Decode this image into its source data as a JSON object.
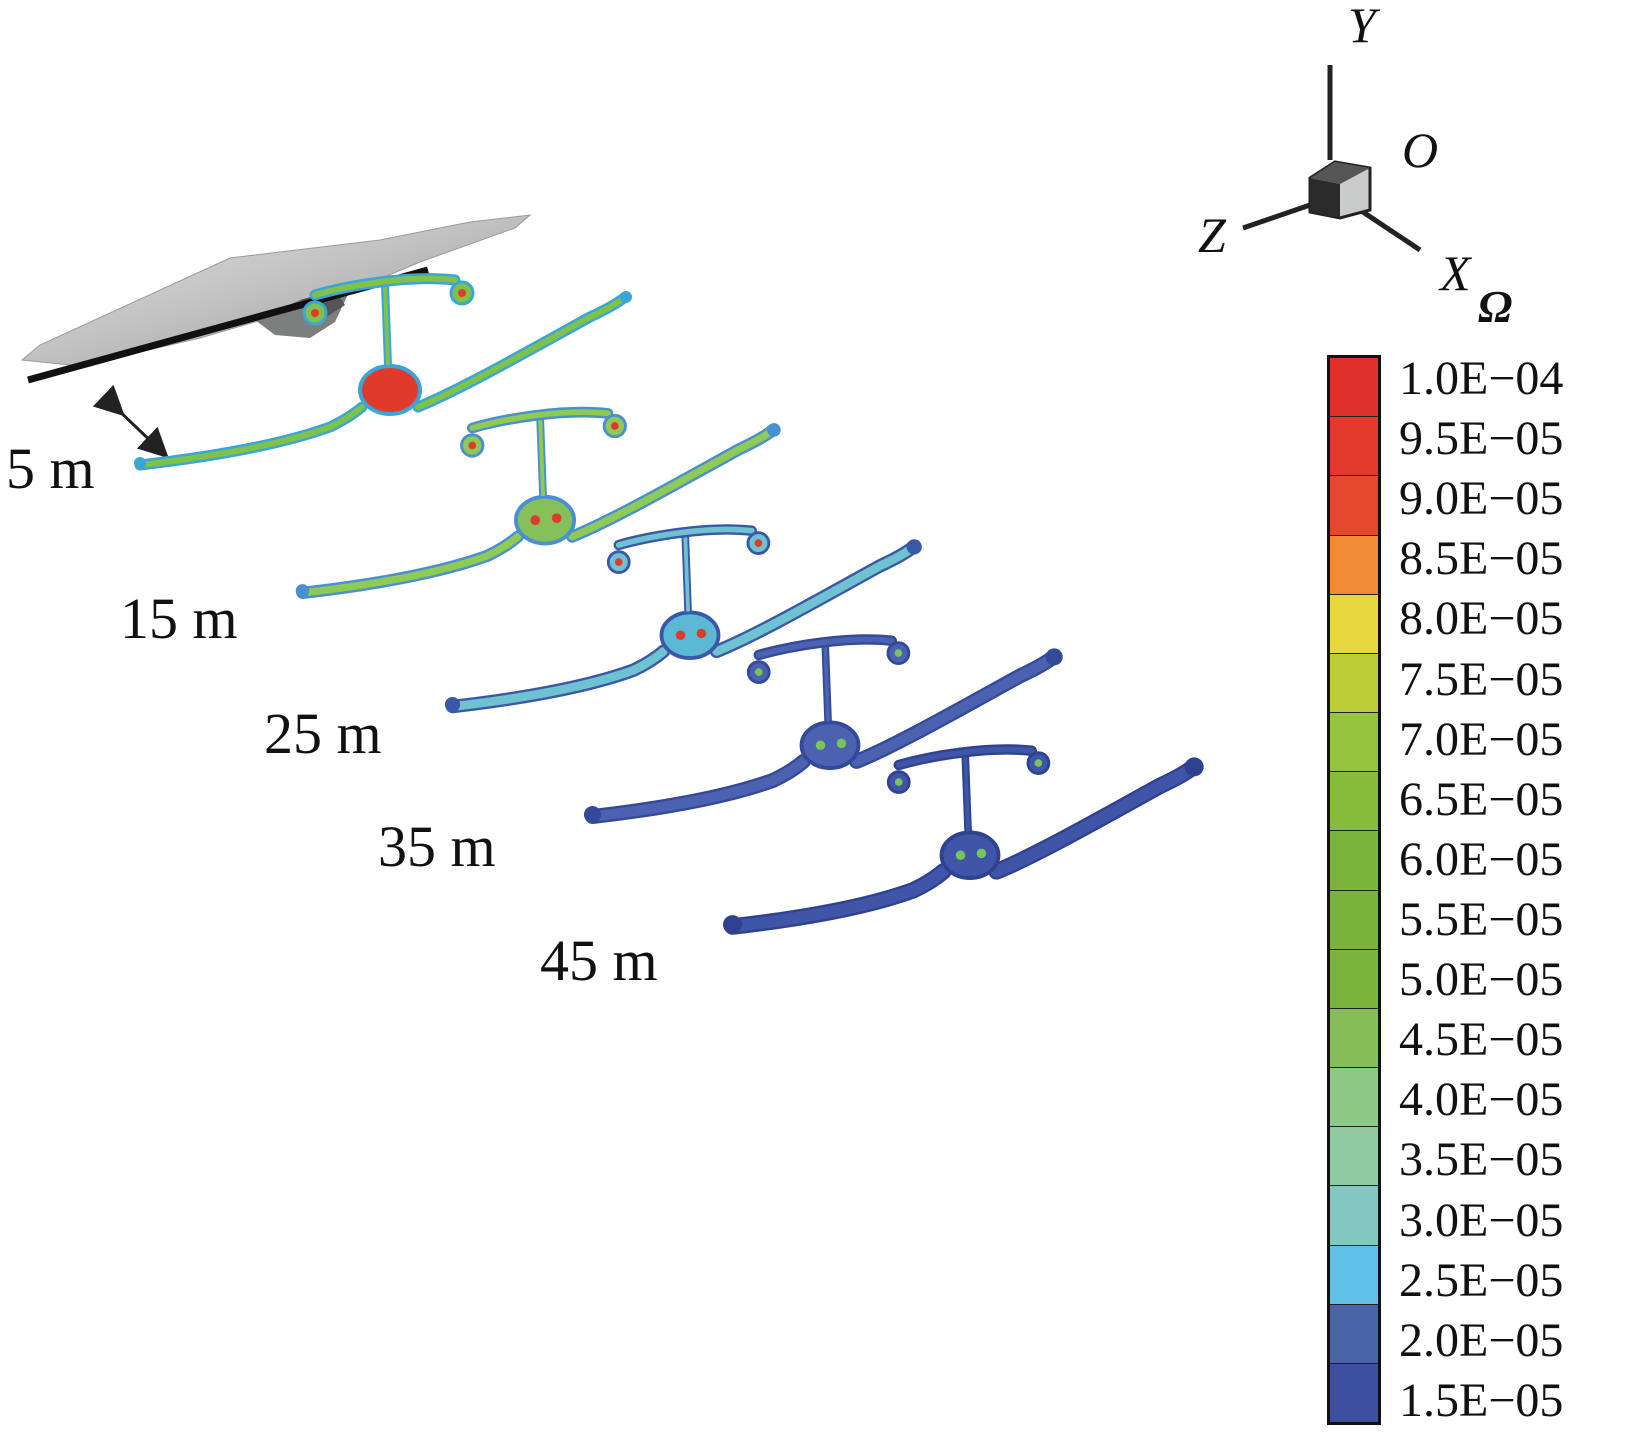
{
  "distances": [
    "5 m",
    "15 m",
    "25 m",
    "35 m",
    "45 m"
  ],
  "axes": {
    "y": "Y",
    "origin": "O",
    "z": "Z",
    "x": "X"
  },
  "legend": {
    "symbol": "Ω",
    "levels": [
      "1.0E−04",
      "9.5E−05",
      "9.0E−05",
      "8.5E−05",
      "8.0E−05",
      "7.5E−05",
      "7.0E−05",
      "6.5E−05",
      "6.0E−05",
      "5.5E−05",
      "5.0E−05",
      "4.5E−05",
      "4.0E−05",
      "3.5E−05",
      "3.0E−05",
      "2.5E−05",
      "2.0E−05",
      "1.5E−05"
    ],
    "colors": [
      "#e0302a",
      "#e23a2c",
      "#e5492d",
      "#ef8a35",
      "#e8d63e",
      "#bccd3a",
      "#95c43f",
      "#88bd3c",
      "#7ab43a",
      "#79b23a",
      "#7bb43c",
      "#86bd55",
      "#8ec886",
      "#90caa0",
      "#83c7c2",
      "#5fc1e8",
      "#4a64a8",
      "#3d4f9e"
    ]
  },
  "slices": [
    {
      "label": "5 m",
      "colors": {
        "main": "#7fc24a",
        "edge": "#3aa5d6",
        "accent": "#e03a2c",
        "core": "#e03a2c"
      }
    },
    {
      "label": "15 m",
      "colors": {
        "main": "#8fca55",
        "edge": "#4a8fd0",
        "accent": "#e03a2c",
        "core": "#86c05a"
      }
    },
    {
      "label": "25 m",
      "colors": {
        "main": "#6fc2d0",
        "edge": "#3b57a8",
        "accent": "#e03a2c",
        "core": "#5bb9d6"
      }
    },
    {
      "label": "35 m",
      "colors": {
        "main": "#4a62b0",
        "edge": "#334a9a",
        "accent": "#7bc45a",
        "core": "#4a62b0"
      }
    },
    {
      "label": "45 m",
      "colors": {
        "main": "#3f56a8",
        "edge": "#2f4290",
        "accent": "#7bc45a",
        "core": "#3f56a8"
      }
    }
  ]
}
